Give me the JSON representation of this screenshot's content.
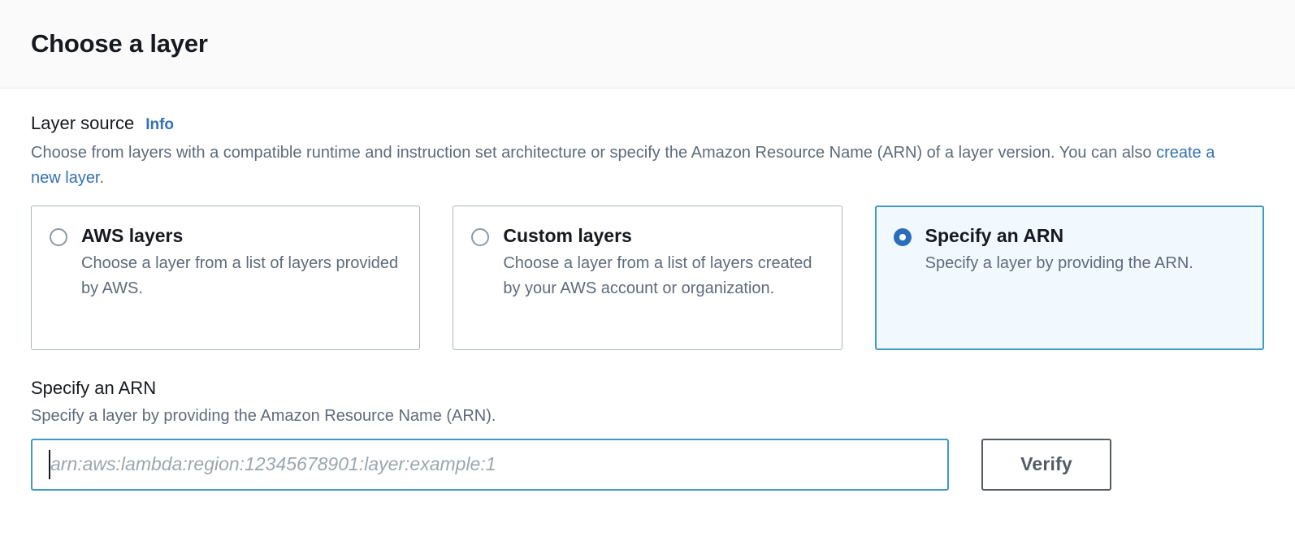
{
  "header": {
    "title": "Choose a layer"
  },
  "layer_source": {
    "label": "Layer source",
    "info_label": "Info",
    "description_before_link": "Choose from layers with a compatible runtime and instruction set architecture or specify the Amazon Resource Name (ARN) of a layer version. You can also ",
    "description_link": "create a new layer",
    "description_after_link": ".",
    "options": [
      {
        "id": "aws-layers",
        "title": "AWS layers",
        "description": "Choose a layer from a list of layers provided by AWS.",
        "selected": false
      },
      {
        "id": "custom-layers",
        "title": "Custom layers",
        "description": "Choose a layer from a list of layers created by your AWS account or organization.",
        "selected": false
      },
      {
        "id": "specify-an-arn",
        "title": "Specify an ARN",
        "description": "Specify a layer by providing the ARN.",
        "selected": true
      }
    ]
  },
  "arn_section": {
    "title": "Specify an ARN",
    "description": "Specify a layer by providing the Amazon Resource Name (ARN).",
    "input_value": "",
    "input_placeholder": "arn:aws:lambda:region:12345678901:layer:example:1",
    "verify_label": "Verify"
  },
  "colors": {
    "accent_blue": "#2a6ebb",
    "link_blue": "#3572b0",
    "focus_border": "#3f9ac4",
    "selected_tile_bg": "#f1f8fe",
    "text_primary": "#16191f",
    "text_secondary": "#5f6b7a",
    "button_border": "#545b64",
    "header_bg": "#fafafa"
  }
}
